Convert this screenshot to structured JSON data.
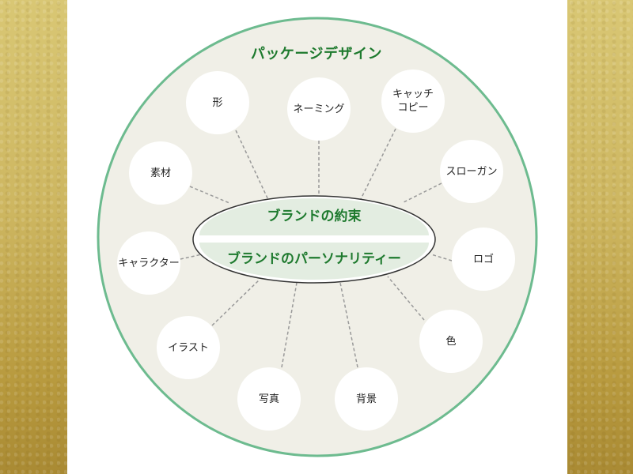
{
  "colors": {
    "background_gold": "#cdb660",
    "panel": "#ffffff",
    "outer_circle_fill": "#f0efe7",
    "outer_circle_stroke": "#6dbb8f",
    "core_fill": "#e3ede1",
    "core_stroke": "#333333",
    "title_green": "#1e7a2e",
    "dash_line": "#999999"
  },
  "diagram": {
    "title": "パッケージデザイン",
    "core": {
      "top": "ブランドの約束",
      "bottom": "ブランドのパーソナリティー"
    },
    "nodes": [
      {
        "id": "katachi",
        "label": "形"
      },
      {
        "id": "naming",
        "label": "ネーミング"
      },
      {
        "id": "catchcopy",
        "label": "キャッチ\nコピー"
      },
      {
        "id": "slogan",
        "label": "スローガン"
      },
      {
        "id": "logo",
        "label": "ロゴ"
      },
      {
        "id": "iro",
        "label": "色"
      },
      {
        "id": "haikei",
        "label": "背景"
      },
      {
        "id": "shashin",
        "label": "写真"
      },
      {
        "id": "illust",
        "label": "イラスト"
      },
      {
        "id": "character",
        "label": "キャラクター"
      },
      {
        "id": "sozai",
        "label": "素材"
      }
    ]
  }
}
